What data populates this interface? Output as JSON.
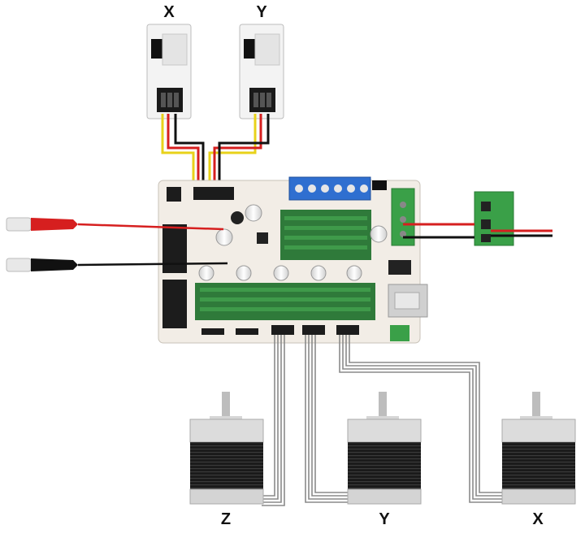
{
  "labels": {
    "endstop_x": "X",
    "endstop_y": "Y",
    "motor_z": "Z",
    "motor_y": "Y",
    "motor_x": "X"
  },
  "colors": {
    "board": "#f2ede6",
    "driver_green": "#2f7a3a",
    "terminal_blue": "#2f6fd0",
    "terminal_green": "#3aa048",
    "motor_black": "#1b1b1b",
    "wire_red": "#d61f1f",
    "wire_black": "#111111",
    "wire_yellow": "#e8d21a",
    "wire_grey": "#8a8a8a"
  },
  "icons": [
    "endstop-switch",
    "stepper-motor",
    "alligator-clip",
    "screw-terminal",
    "control-board"
  ]
}
